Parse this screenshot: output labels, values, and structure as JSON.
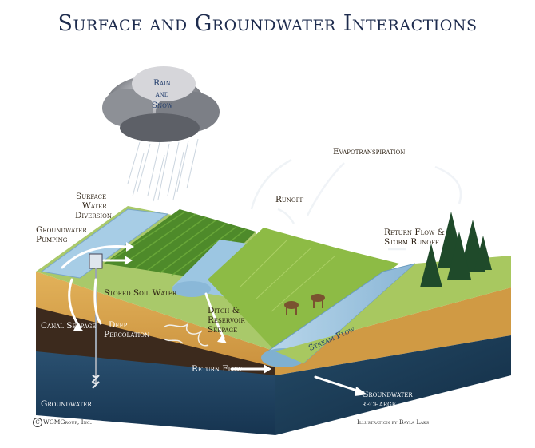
{
  "title": "Surface and Groundwater Interactions",
  "labels": {
    "rain": "Rain",
    "and": "and",
    "snow": "Snow",
    "evapotranspiration": "Evapotranspiration",
    "runoff": "Runoff",
    "surface_water_diversion_1": "Surface",
    "surface_water_diversion_2": "Water",
    "surface_water_diversion_3": "Diversion",
    "groundwater_pumping_1": "Groundwater",
    "groundwater_pumping_2": "Pumping",
    "return_flow_storm_runoff_1": "Return Flow &",
    "return_flow_storm_runoff_2": "Storm Runoff",
    "stored_soil_water": "Stored Soil Water",
    "canal_seepage": "Canal Seepage",
    "deep_percolation_1": "Deep",
    "deep_percolation_2": "Percolation",
    "ditch_reservoir_seepage_1": "Ditch &",
    "ditch_reservoir_seepage_2": "Reservoir",
    "ditch_reservoir_seepage_3": "Seepage",
    "stream_flow": "Stream Flow",
    "return_flow": "Return Flow",
    "groundwater": "Groundwater",
    "groundwater_recharge_1": "Groundwater",
    "groundwater_recharge_2": "recharge"
  },
  "credits": {
    "copyright": "WGMGroup, Inc.",
    "illustration": "Illustration by Bayla Laks"
  },
  "icons": {
    "copyright": "copyright-icon"
  },
  "colors": {
    "title": "#1e2c4e",
    "groundwater": "#1d3d57",
    "canal_water": "#9fc4e0",
    "grass": "#8dbb45",
    "soil": "#d6a24a",
    "dark_soil": "#3c2a1d",
    "arrow": "#ffffff"
  }
}
